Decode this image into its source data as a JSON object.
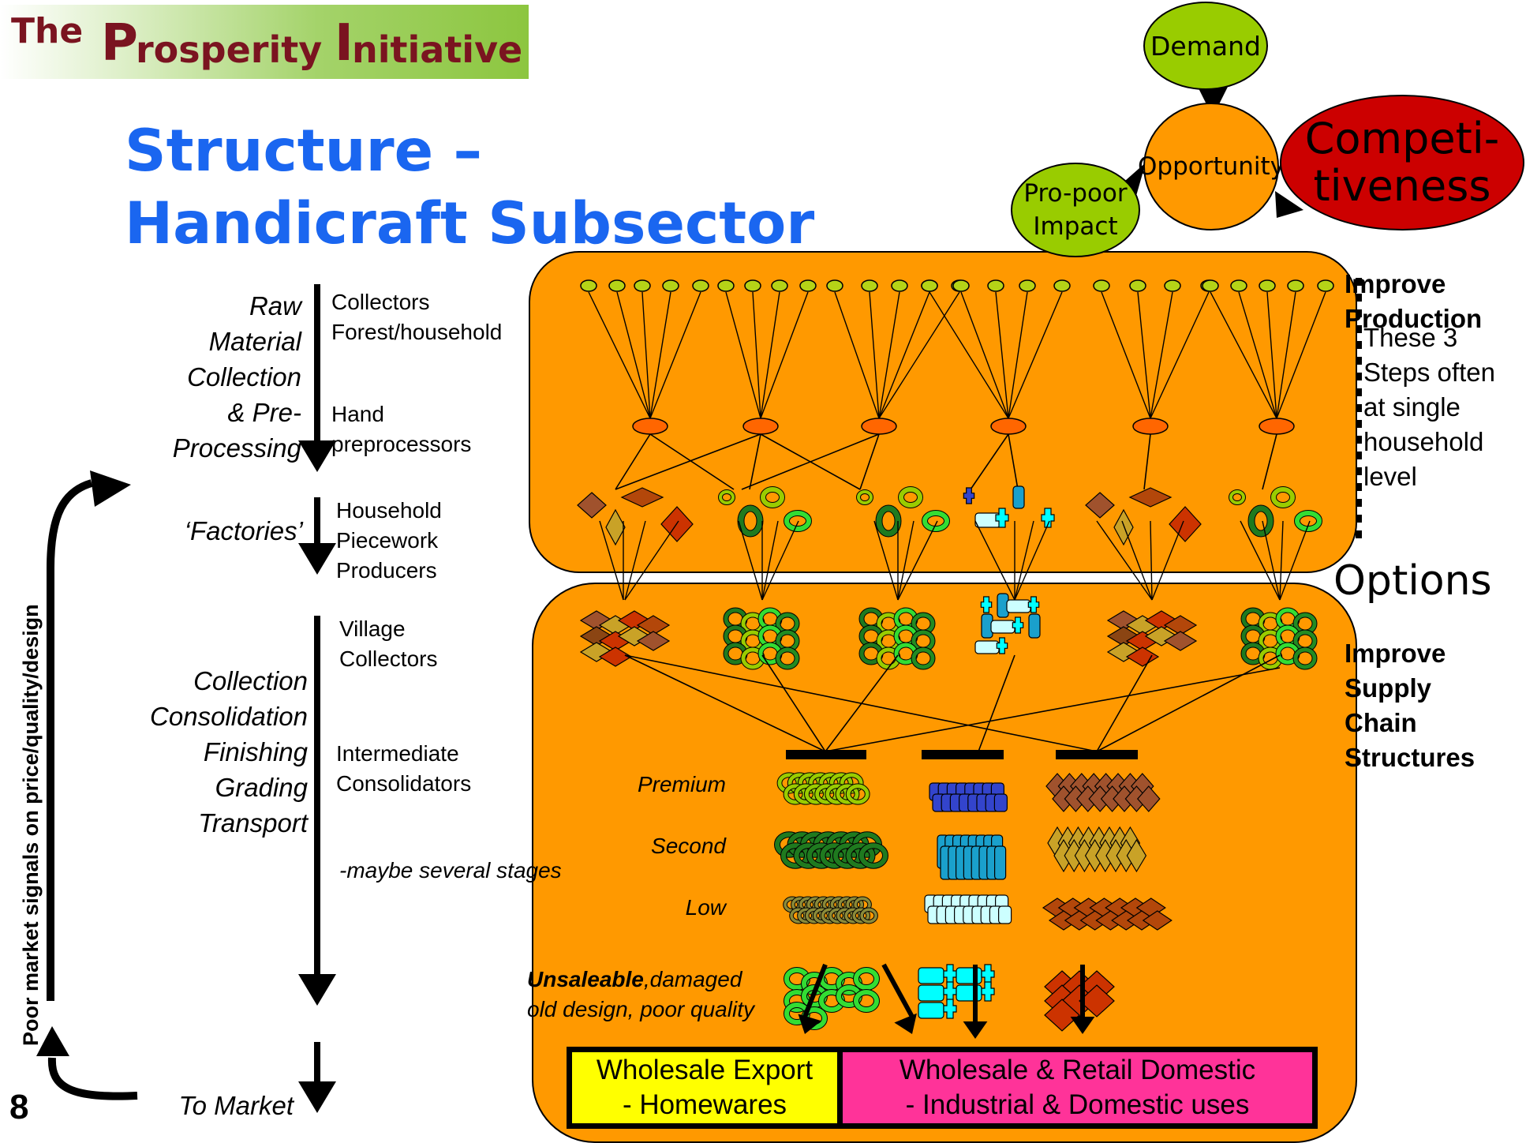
{
  "logo": {
    "the": "The",
    "p": "P",
    "rosperity": "rosperity",
    "i": "I",
    "nitiative": "nitiative"
  },
  "title": {
    "line1": "Structure –",
    "line2": "Handicraft Subsector"
  },
  "triad": {
    "demand": "Demand",
    "opportunity": "Opportunity",
    "propoor_line1": "Pro-poor",
    "propoor_line2": "Impact",
    "competi_line1": "Competi-",
    "competi_line2": "tiveness"
  },
  "stages": {
    "raw": [
      "Raw",
      "Material",
      "Collection",
      "& Pre-",
      "Processing"
    ],
    "factories": "‘Factories’",
    "collection": [
      "Collection",
      "Consolidation",
      "Finishing",
      "Grading",
      "Transport"
    ],
    "to_market": "To Market"
  },
  "actors": {
    "collectors": "Collectors",
    "forest": "Forest/household",
    "hand": "Hand",
    "preprocessors": "preprocessors",
    "household": "Household",
    "piecework": "Piecework",
    "producers": "Producers",
    "village": "Village",
    "village_collectors": "Collectors",
    "intermediate": "Intermediate",
    "consolidators": "Consolidators",
    "maybe": "-maybe several stages"
  },
  "feedback": "Poor market signals on price/quality/design",
  "slide_number": "8",
  "right_notes": {
    "improve_production_1": "Improve",
    "improve_production_2": "Production",
    "bullets": [
      "These 3",
      "Steps often",
      "at single",
      "household",
      "level"
    ],
    "options": "Options",
    "supply": [
      "Improve",
      "Supply",
      "Chain",
      "Structures"
    ]
  },
  "grades": {
    "premium": "Premium",
    "second": "Second",
    "low": "Low",
    "unsaleable": "Unsaleable",
    "damaged": ",damaged",
    "old_design": "old design, poor quality"
  },
  "markets": {
    "export_1": "Wholesale Export",
    "export_2": "- Homewares",
    "domestic_1": "Wholesale & Retail Domestic",
    "domestic_2": "- Industrial & Domestic uses"
  },
  "colors": {
    "orange": "#ff9900",
    "title_blue": "#1a66f0",
    "lime": "#99cc00",
    "red": "#cc0000",
    "yellow": "#ffff00",
    "pink": "#ff3399",
    "logo_text": "#7a1420"
  }
}
